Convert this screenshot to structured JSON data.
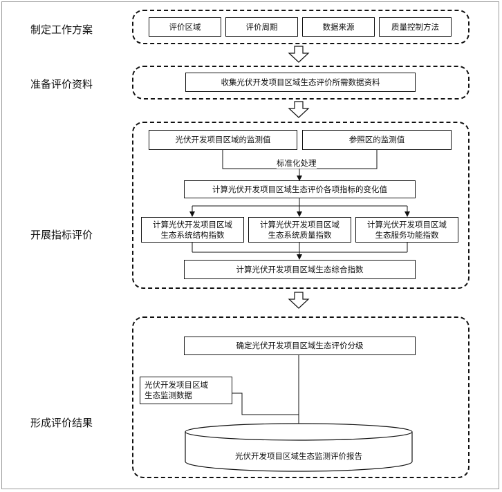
{
  "stages": {
    "plan": "制定工作方案",
    "prepare": "准备评价资料",
    "evaluate": "开展指标评价",
    "result": "形成评价结果"
  },
  "plan_items": [
    "评价区域",
    "评价周期",
    "数据来源",
    "质量控制方法"
  ],
  "prepare_item": "收集光伏开发项目区域生态评价所需数据资料",
  "evaluate": {
    "monitor_project": "光伏开发项目区域的监测值",
    "monitor_reference": "参照区的监测值",
    "standardize": "标准化处理",
    "change_value": "计算光伏开发项目区域生态评价各项指标的变化值",
    "index_structure": "计算光伏开发项目区域\n生态系统结构指数",
    "index_quality": "计算光伏开发项目区域\n生态系统质量指数",
    "index_service": "计算光伏开发项目区域\n生态服务功能指数",
    "composite": "计算光伏开发项目区域生态综合指数"
  },
  "result": {
    "grade": "确定光伏开发项目区域生态评价分级",
    "monitor_data": "光伏开发项目区域\n生态监测数据",
    "report": "光伏开发项目区域生态监测评价报告"
  }
}
